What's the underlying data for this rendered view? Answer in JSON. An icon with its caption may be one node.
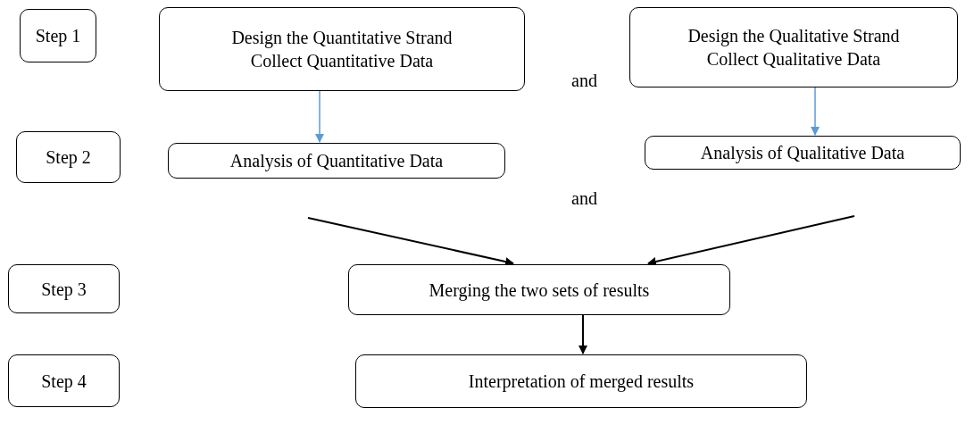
{
  "diagram": {
    "nodes": [
      {
        "text": [
          "Step 1"
        ]
      },
      {
        "text": [
          "Design the Quantitative Strand",
          "Collect Quantitative Data"
        ]
      },
      {
        "text": [
          "Design the Qualitative Strand",
          "Collect Qualitative Data"
        ]
      },
      {
        "text": [
          "Step 2"
        ]
      },
      {
        "text": [
          "Analysis of Quantitative Data"
        ]
      },
      {
        "text": [
          "Analysis of Qualitative Data"
        ]
      },
      {
        "text": [
          "Step 3"
        ]
      },
      {
        "text": [
          "Merging the two sets of results"
        ]
      },
      {
        "text": [
          "Step 4"
        ]
      },
      {
        "text": [
          "Interpretation of merged results"
        ]
      }
    ],
    "edges": [
      {
        "from": 1,
        "to": 4,
        "arrow": "to",
        "color": "#5b9bd5"
      },
      {
        "from": 2,
        "to": 5,
        "arrow": "to",
        "color": "#5b9bd5"
      },
      {
        "from": 4,
        "to": 7,
        "arrow": "to"
      },
      {
        "from": 5,
        "to": 7,
        "arrow": "to"
      },
      {
        "from": 7,
        "to": 9,
        "arrow": "to"
      }
    ],
    "labels": [
      "and",
      "and"
    ]
  }
}
